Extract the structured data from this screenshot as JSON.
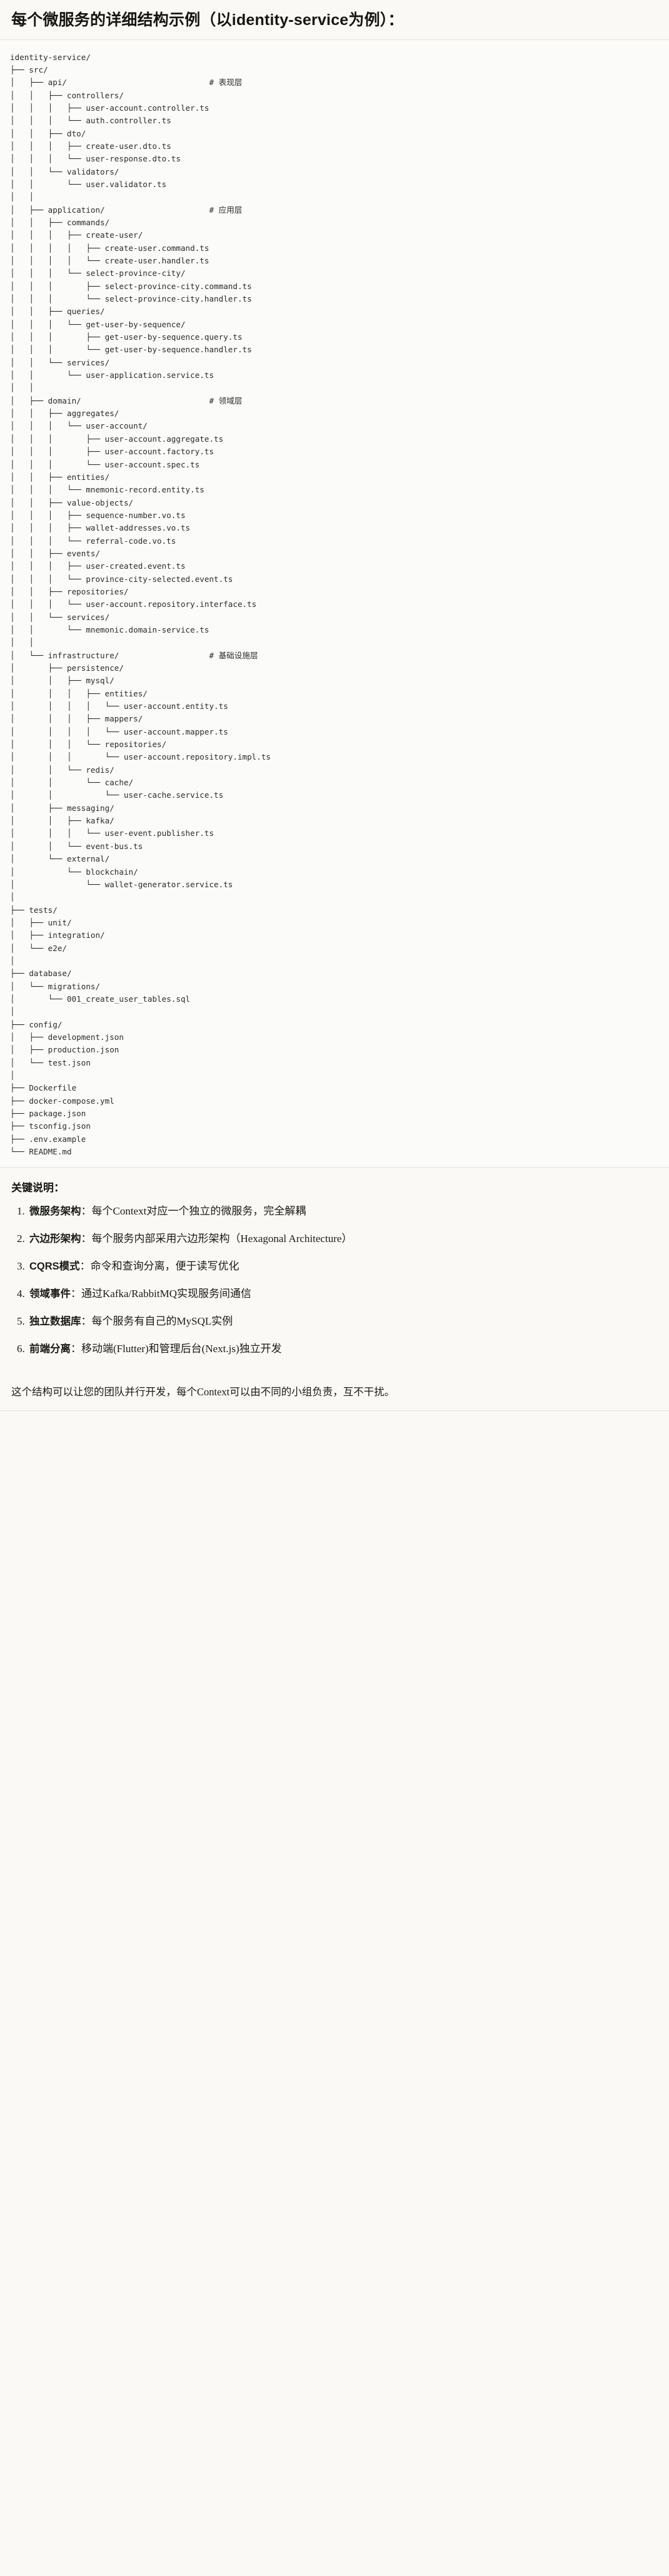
{
  "heading": "每个微服务的详细结构示例（以identity-service为例）：",
  "code_block": {
    "language": "text",
    "tree_text": "identity-service/\n├── src/\n│   ├── api/                              # 表现层\n│   │   ├── controllers/\n│   │   │   ├── user-account.controller.ts\n│   │   │   └── auth.controller.ts\n│   │   ├── dto/\n│   │   │   ├── create-user.dto.ts\n│   │   │   └── user-response.dto.ts\n│   │   └── validators/\n│   │       └── user.validator.ts\n│   │\n│   ├── application/                      # 应用层\n│   │   ├── commands/\n│   │   │   ├── create-user/\n│   │   │   │   ├── create-user.command.ts\n│   │   │   │   └── create-user.handler.ts\n│   │   │   └── select-province-city/\n│   │   │       ├── select-province-city.command.ts\n│   │   │       └── select-province-city.handler.ts\n│   │   ├── queries/\n│   │   │   └── get-user-by-sequence/\n│   │   │       ├── get-user-by-sequence.query.ts\n│   │   │       └── get-user-by-sequence.handler.ts\n│   │   └── services/\n│   │       └── user-application.service.ts\n│   │\n│   ├── domain/                           # 领域层\n│   │   ├── aggregates/\n│   │   │   └── user-account/\n│   │   │       ├── user-account.aggregate.ts\n│   │   │       ├── user-account.factory.ts\n│   │   │       └── user-account.spec.ts\n│   │   ├── entities/\n│   │   │   └── mnemonic-record.entity.ts\n│   │   ├── value-objects/\n│   │   │   ├── sequence-number.vo.ts\n│   │   │   ├── wallet-addresses.vo.ts\n│   │   │   └── referral-code.vo.ts\n│   │   ├── events/\n│   │   │   ├── user-created.event.ts\n│   │   │   └── province-city-selected.event.ts\n│   │   ├── repositories/\n│   │   │   └── user-account.repository.interface.ts\n│   │   └── services/\n│   │       └── mnemonic.domain-service.ts\n│   │\n│   └── infrastructure/                   # 基础设施层\n│       ├── persistence/\n│       │   ├── mysql/\n│       │   │   ├── entities/\n│       │   │   │   └── user-account.entity.ts\n│       │   │   ├── mappers/\n│       │   │   │   └── user-account.mapper.ts\n│       │   │   └── repositories/\n│       │   │       └── user-account.repository.impl.ts\n│       │   └── redis/\n│       │       └── cache/\n│       │           └── user-cache.service.ts\n│       ├── messaging/\n│       │   ├── kafka/\n│       │   │   └── user-event.publisher.ts\n│       │   └── event-bus.ts\n│       └── external/\n│           └── blockchain/\n│               └── wallet-generator.service.ts\n│\n├── tests/\n│   ├── unit/\n│   ├── integration/\n│   └── e2e/\n│\n├── database/\n│   └── migrations/\n│       └── 001_create_user_tables.sql\n│\n├── config/\n│   ├── development.json\n│   ├── production.json\n│   └── test.json\n│\n├── Dockerfile\n├── docker-compose.yml\n├── package.json\n├── tsconfig.json\n├── .env.example\n└── README.md"
  },
  "keypoints": {
    "title": "关键说明：",
    "items": [
      {
        "term": "微服务架构",
        "sep": "：",
        "desc": "每个Context对应一个独立的微服务，完全解耦"
      },
      {
        "term": "六边形架构",
        "sep": "：",
        "desc": "每个服务内部采用六边形架构（Hexagonal Architecture）"
      },
      {
        "term": "CQRS模式",
        "sep": "：",
        "desc": "命令和查询分离，便于读写优化"
      },
      {
        "term": "领域事件",
        "sep": "：",
        "desc": "通过Kafka/RabbitMQ实现服务间通信"
      },
      {
        "term": "独立数据库",
        "sep": "：",
        "desc": "每个服务有自己的MySQL实例"
      },
      {
        "term": "前端分离",
        "sep": "：",
        "desc": "移动端(Flutter)和管理后台(Next.js)独立开发"
      }
    ]
  },
  "closing_paragraph": "这个结构可以让您的团队并行开发，每个Context可以由不同的小组负责，互不干扰。",
  "colors": {
    "page_background": "#faf9f5",
    "code_background": "#fbfbf9",
    "rule": "#e6e3da",
    "text": "#1a1a18",
    "code_text": "#2b2b2b"
  }
}
